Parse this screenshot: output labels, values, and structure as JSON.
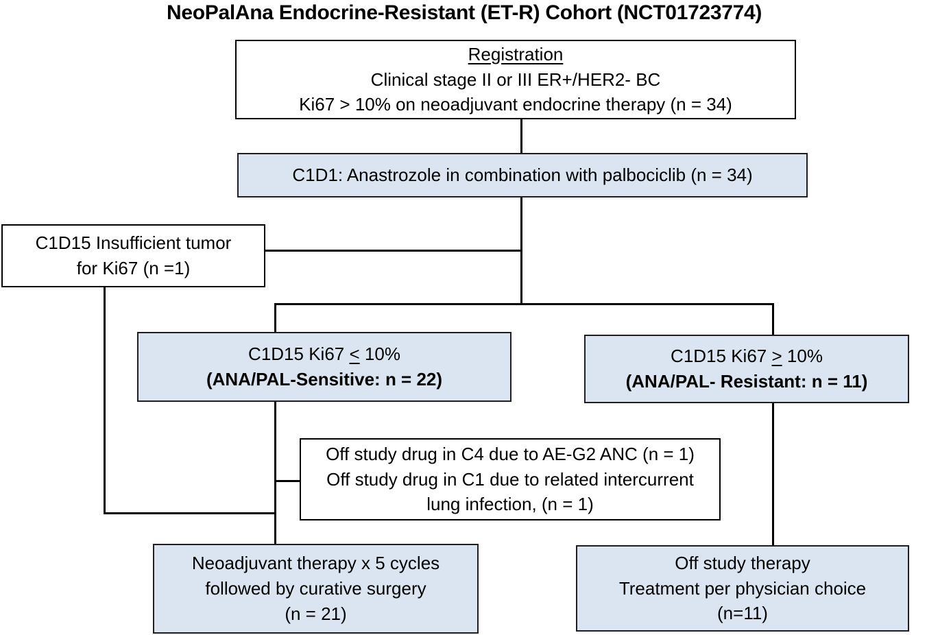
{
  "title": "NeoPalAna Endocrine-Resistant (ET-R) Cohort (NCT01723774)",
  "colors": {
    "box_fill_blue": "#dbe5f1",
    "box_fill_white": "#ffffff",
    "border": "#000000",
    "line": "#000000"
  },
  "boxes": {
    "registration": {
      "heading": "Registration",
      "line1": "Clinical stage II or III ER+/HER2- BC",
      "line2": "Ki67 > 10% on neoadjuvant endocrine therapy (n = 34)"
    },
    "c1d1": {
      "line1": "C1D1: Anastrozole in combination with palbociclib (n = 34)"
    },
    "insufficient": {
      "line1": "C1D15 Insufficient tumor",
      "line2": "for Ki67 (n =1)"
    },
    "sensitive": {
      "line1_pre": "C1D15 Ki67",
      "op": "<",
      "line1_post": "10%",
      "line2": "(ANA/PAL-Sensitive: n = 22)"
    },
    "resistant": {
      "line1_pre": "C1D15 Ki67",
      "op": ">",
      "line1_post": "10%",
      "line2": "(ANA/PAL- Resistant: n = 11)"
    },
    "off_drug": {
      "line1": "Off study drug in C4 due to AE-G2 ANC (n = 1)",
      "line2": "Off study drug in C1 due to related intercurrent",
      "line3": "lung infection, (n = 1)"
    },
    "neoadjuvant": {
      "line1": "Neoadjuvant therapy x 5 cycles",
      "line2": "followed by curative surgery",
      "line3": "(n = 21)"
    },
    "off_therapy": {
      "line1": "Off study therapy",
      "line2": "Treatment per physician choice",
      "line3": "(n=11)"
    }
  }
}
